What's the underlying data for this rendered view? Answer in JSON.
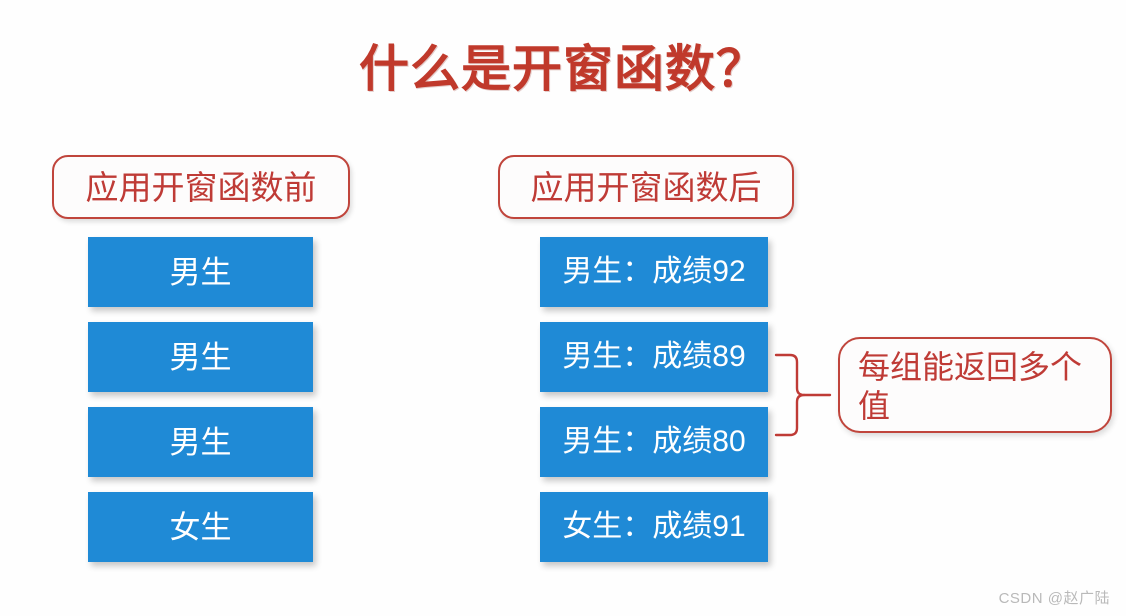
{
  "slide": {
    "title": "什么是开窗函数？",
    "title_color": "#c0392b",
    "accent_red": "#bf3b36",
    "box_blue": "#1f8ad6",
    "background": "#fefefe"
  },
  "left_column": {
    "header": "应用开窗函数前",
    "rows": [
      {
        "label": "男生"
      },
      {
        "label": "男生"
      },
      {
        "label": "男生"
      },
      {
        "label": "女生"
      }
    ]
  },
  "right_column": {
    "header": "应用开窗函数后",
    "rows": [
      {
        "label": "男生：成绩92"
      },
      {
        "label": "男生：成绩89"
      },
      {
        "label": "男生：成绩80"
      },
      {
        "label": "女生：成绩91"
      }
    ]
  },
  "annotation": {
    "text": "每组能返回多个值"
  },
  "watermark": {
    "text": "CSDN @赵广陆"
  }
}
